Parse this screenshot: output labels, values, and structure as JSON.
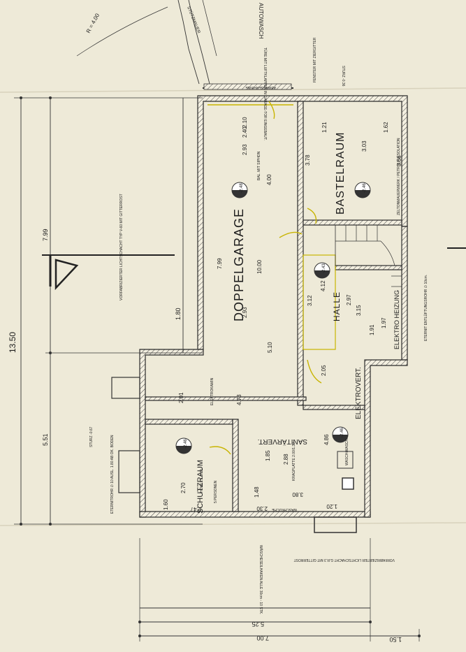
{
  "rooms": {
    "doppelgarage": "DOPPELGARAGE",
    "bastelraum": "BASTELRAUM",
    "halle": "HALLE",
    "schutzraum": "SCHUTZRAUM",
    "sanitaervert": "SANITÄRVERT.",
    "elektrovert": "ELEKTROVERT.",
    "elektro_heizung": "ELEKTRO HEIZUNG",
    "autowaschplatz": "AUTOWASCH",
    "waschkueche": "WASCHKÜCHE"
  },
  "levels": {
    "garage": "-2.48",
    "bastel": "-2.46",
    "halle": "-2.43",
    "schutz": "-2.46",
    "sanitaer": "-2.46"
  },
  "overall_dims": {
    "total_height": "13.50",
    "left_799": "7.99",
    "left_551": "5.51",
    "left_180": "1.80",
    "bottom_700": "7.00",
    "bottom_525": "5.25",
    "right_150": "1.50"
  },
  "garage_dims": {
    "len": "7.99",
    "len2": "10.00",
    "w": "2.93",
    "w2": "4.00",
    "h": "2.40",
    "h2": "2.10",
    "d": "2.93",
    "b": "5.10",
    "c": "4.73"
  },
  "bastel_dims": {
    "a": "3.78",
    "b": "3.03",
    "c": "3.66",
    "d": "1.62",
    "e": "1.21"
  },
  "misc_dims": {
    "d312": "3.12",
    "d412": "4.12",
    "d297": "2.97",
    "d315": "3.15",
    "d205": "2.05",
    "d197": "1.97",
    "d191": "1.91",
    "d486": "4.86",
    "d185": "1.85",
    "d288": "2.88",
    "d380": "3.80",
    "d230": "2.30",
    "d120": "1.20",
    "d247": "2.47",
    "d270": "2.70",
    "d148": "1.48",
    "d160": "1.60",
    "d201": "2.01"
  },
  "notes": {
    "stuetzmauer": "STÜTZMAUER",
    "radius": "R = 4.00",
    "abwasser": "ABWASSERRINNE",
    "tuere": "TÜRE MIT LUFTKLAPPEN IN GARAGE-TOR EINGEBAUT.",
    "fenster": "FENSTER MIT ZIERGITTER",
    "sturz1": "STURZ -0.36",
    "vorfab1": "VORFABRIZIERTER LICHTSCHACHT TYP V-60 MIT GITTERROST",
    "sturz2": "STURZ -0.67",
    "kamin": "ELEKTROKAMIN",
    "eternit": "ETERNITROHR ∅ 10 AUSL. 1.80 AB OK. BODEN",
    "luftung": "ETERNIT ENTLÜFTUNGSROHR ∅ 10cm.",
    "zelton": "ZELTONMAUERWERK / PETROLFLESOLATION",
    "waesche": "WÄSCHESEILHAKEN ALLE 30cm - 10 STK.",
    "lichtschacht2": "VORFABRIZIERTER LICHTSCHACHT G.R.3 MIT GITTERROST",
    "schutz_info": "HÖHE I.L. 2.30",
    "schutz_info2": "5 PERSONEN",
    "kragplatte": "KRAGPLATTE 2.00/1.30",
    "wasch": "WASCH-MASCH.",
    "bal": "BAL. MIT SIPHON"
  }
}
